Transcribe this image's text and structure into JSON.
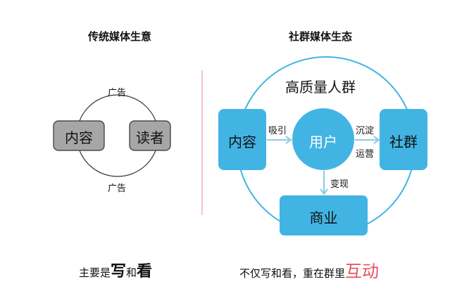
{
  "left": {
    "title": "传统媒体生意",
    "nodes": {
      "content": "内容",
      "reader": "读者"
    },
    "edges": {
      "top": "广告",
      "bottom": "广告"
    },
    "caption": {
      "prefix": "主要是",
      "w1": "写",
      "mid": "和",
      "w2": "看"
    }
  },
  "right": {
    "title": "社群媒体生态",
    "ring_label": "高质量人群",
    "nodes": {
      "content": "内容",
      "users": "用户",
      "community": "社群",
      "business": "商业"
    },
    "edges": {
      "attract": "吸引",
      "settle": "沉淀",
      "operate": "运营",
      "monetize": "变现"
    },
    "caption": {
      "prefix": "不仅写和看，重在群里",
      "highlight": "互动"
    }
  },
  "colors": {
    "blue": "#42b4e4",
    "gray": "#a6a6a6",
    "divider": "#e8a0a0",
    "highlight": "#e8505f"
  }
}
